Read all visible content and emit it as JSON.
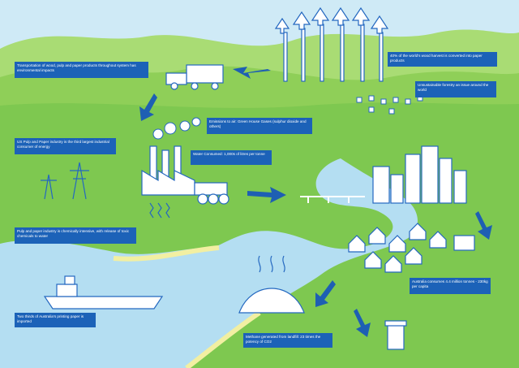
{
  "colors": {
    "sky": "#cfeaf6",
    "hill_light": "#a9dc74",
    "hill_mid": "#8fcf58",
    "land": "#7ec850",
    "water": "#b4def2",
    "label_blue": "#1c62b8",
    "arrow_blue": "#1e5fb3",
    "sand": "#f2efa2",
    "outline": "#2468c0"
  },
  "labels": {
    "transport": "Transportation of wood, pulp and paper products throughout system has environmental impacts",
    "wood_harvest": "40% of the world's wood harvest is converted into paper products",
    "unsustainable_forestry": "Unsustainable forestry an issue around the world",
    "emissions": "Emissions to air: Green House Gases (sulphur dioxide and others)",
    "water": "Water Consumed: 1,000s of litres per tonne",
    "energy": "US Pulp and Paper industry is the third largest industrial consumer of energy",
    "toxic": "Pulp and paper industry is chemically intensive, with release of toxic chemicals to water",
    "consumption": "Australia consumes 4.4 million tonnes - 230kg per capita",
    "imported": "Two thirds of Australia's printing paper is imported",
    "methane": "Methane generated from landfill: 23 times the potency of CO2"
  },
  "icons": [
    "forest-icon",
    "truck-icon",
    "factory-icon",
    "power-pylon-icon",
    "city-icon",
    "houses-icon",
    "ship-icon",
    "landfill-icon",
    "recycle-bin-icon",
    "arrow-icon"
  ]
}
